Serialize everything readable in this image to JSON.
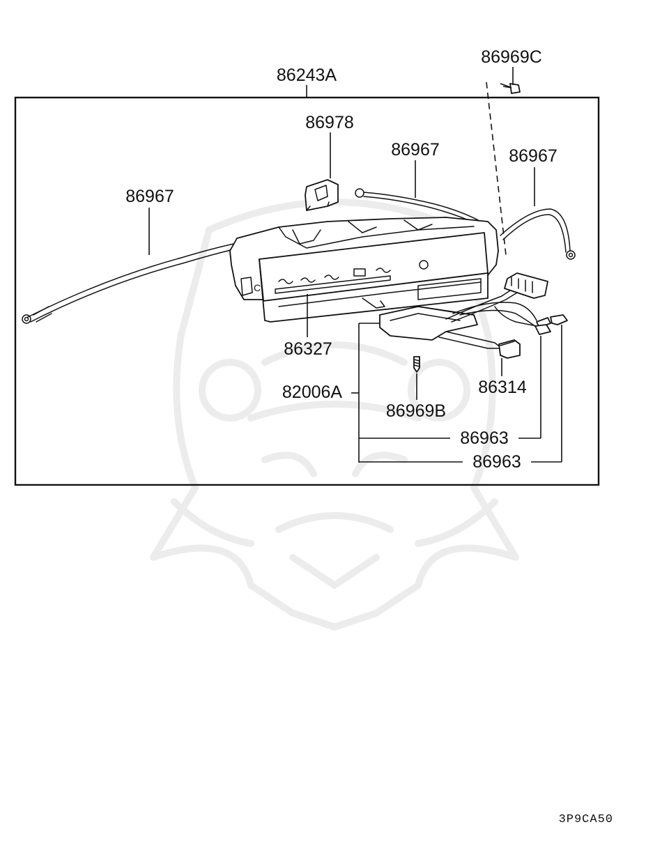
{
  "diagram": {
    "group_label": "86243A",
    "parts": [
      {
        "id": "86969C",
        "label": "86969C"
      },
      {
        "id": "86978",
        "label": "86978"
      },
      {
        "id": "86967-center",
        "label": "86967"
      },
      {
        "id": "86967-right",
        "label": "86967"
      },
      {
        "id": "86967-left",
        "label": "86967"
      },
      {
        "id": "86327",
        "label": "86327"
      },
      {
        "id": "82006A",
        "label": "82006A"
      },
      {
        "id": "86969B",
        "label": "86969B"
      },
      {
        "id": "86314",
        "label": "86314"
      },
      {
        "id": "86963-a",
        "label": "86963"
      },
      {
        "id": "86963-b",
        "label": "86963"
      }
    ],
    "drawing_code": "3P9CA50"
  }
}
